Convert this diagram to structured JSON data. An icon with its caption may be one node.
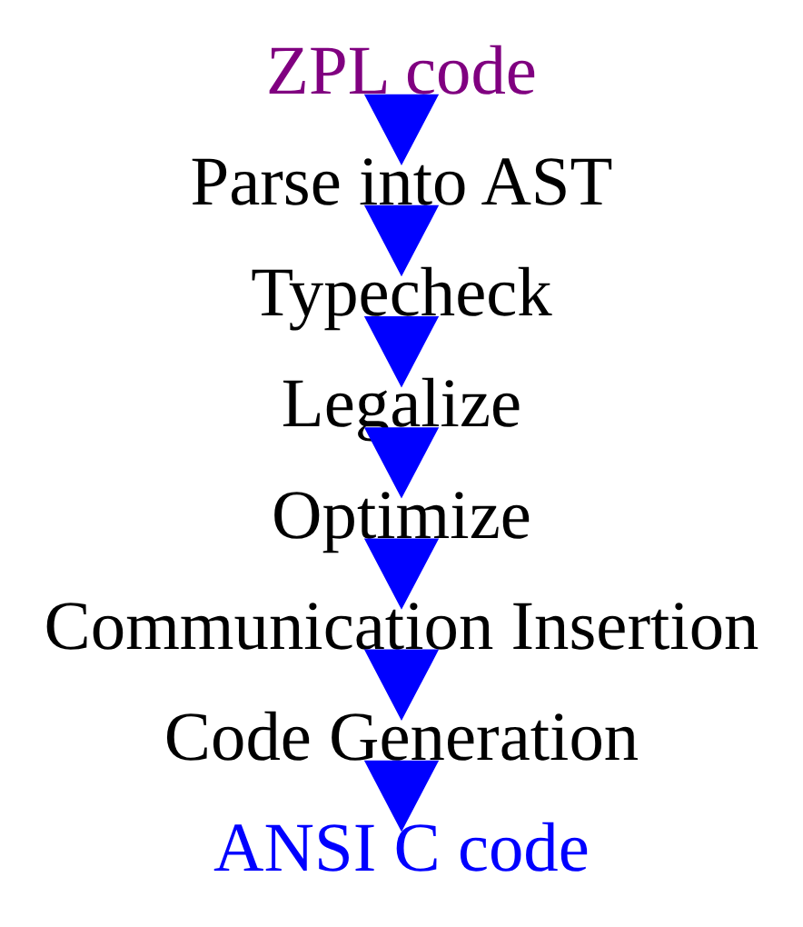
{
  "diagram": {
    "nodes": [
      {
        "text": [
          "ZPL code"
        ]
      },
      {
        "text": [
          "Parse into AST"
        ]
      },
      {
        "text": [
          "Typecheck"
        ]
      },
      {
        "text": [
          "Legalize"
        ]
      },
      {
        "text": [
          "Optimize"
        ]
      },
      {
        "text": [
          "Communication Insertion"
        ]
      },
      {
        "text": [
          "Code Generation"
        ]
      },
      {
        "text": [
          "ANSI C code"
        ]
      }
    ],
    "edges": [
      {
        "from": 0,
        "to": 1,
        "arrow": "to",
        "style": "thick",
        "color": "#0000ff"
      },
      {
        "from": 1,
        "to": 2,
        "arrow": "to",
        "style": "thick",
        "color": "#0000ff"
      },
      {
        "from": 2,
        "to": 3,
        "arrow": "to",
        "style": "thick",
        "color": "#0000ff"
      },
      {
        "from": 3,
        "to": 4,
        "arrow": "to",
        "style": "thick",
        "color": "#0000ff"
      },
      {
        "from": 4,
        "to": 5,
        "arrow": "to",
        "style": "thick",
        "color": "#0000ff"
      },
      {
        "from": 5,
        "to": 6,
        "arrow": "to",
        "style": "thick",
        "color": "#0000ff"
      },
      {
        "from": 6,
        "to": 7,
        "arrow": "to",
        "style": "thick",
        "color": "#0000ff"
      }
    ]
  }
}
